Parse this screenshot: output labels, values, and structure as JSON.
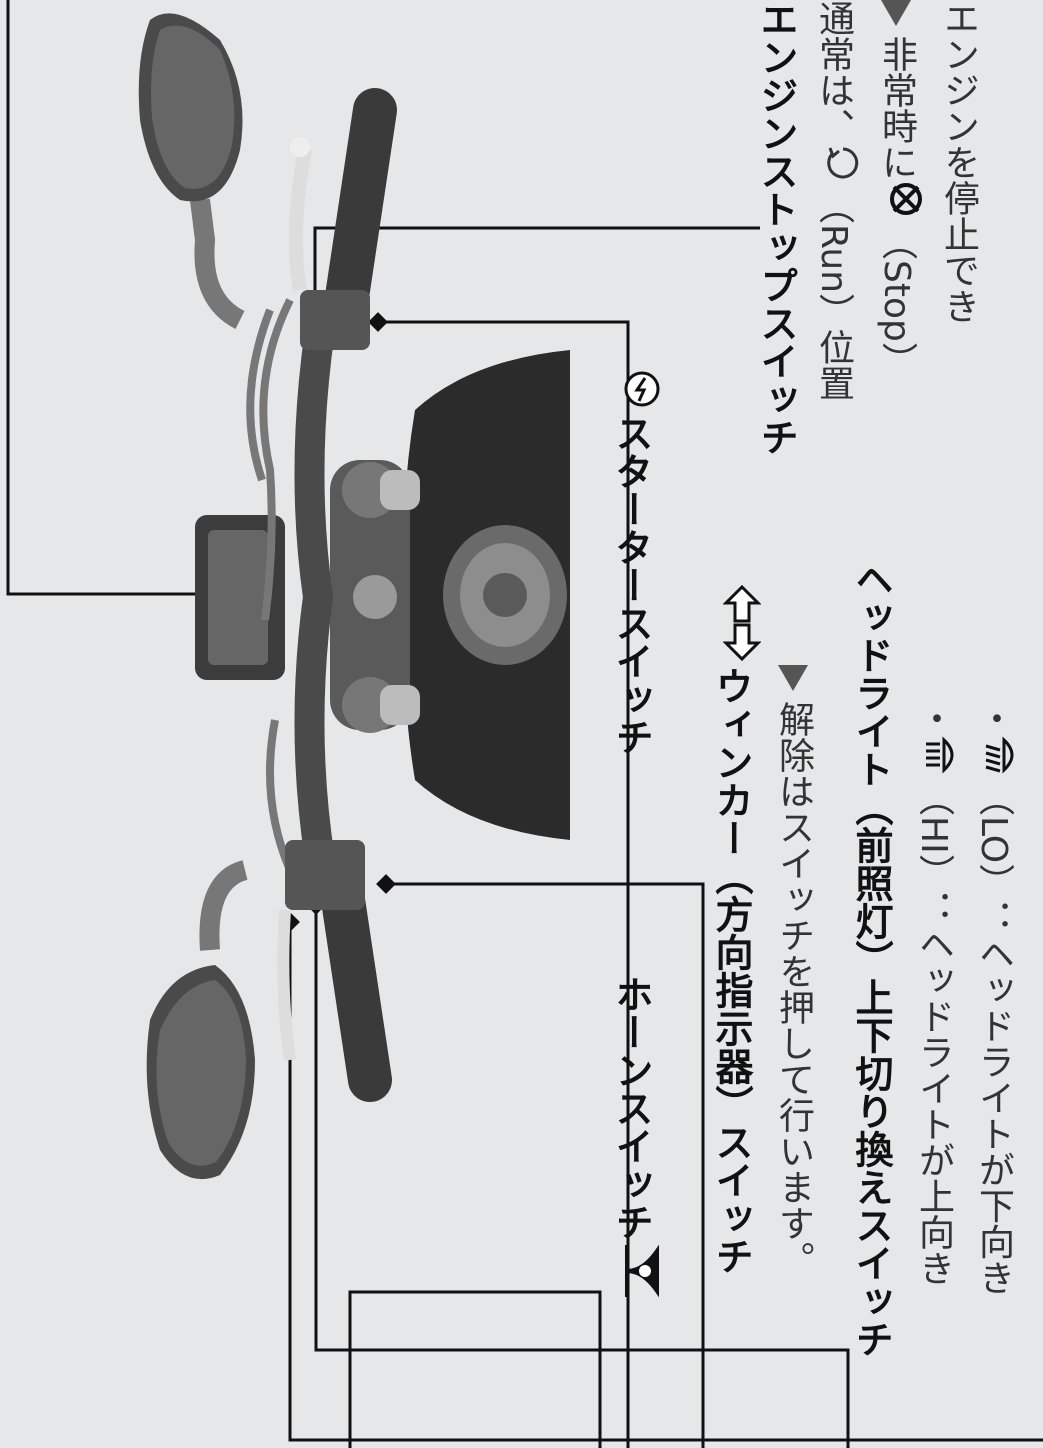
{
  "labels": {
    "engine_stop": {
      "title": "エンジンストップスイッチ",
      "line1_a": "通常は、",
      "line1_b": "（Run）位置",
      "line2_a": "非常時に",
      "line2_b": "（Stop）",
      "line3": "エンジンを停止でき"
    },
    "starter": {
      "title": "スタータースイッチ"
    },
    "winker": {
      "title_a": "ウィンカー（",
      "title_b": "方向指示器",
      "title_c": "）スイッチ",
      "note": "解除はスイッチを押して行います。"
    },
    "horn": {
      "title": "ホーンスイッチ"
    },
    "headlight": {
      "title_a": "ヘッドライト（",
      "title_b": "前照灯",
      "title_c": "）上下切り換えスイッチ",
      "hi_label": "（HI）：ヘッドライトが上向き",
      "lo_label": "（LO）：ヘッドライトが下向き",
      "bullet": "・"
    }
  },
  "icons": {
    "run": "run-icon",
    "stop": "stop-icon",
    "starter": "starter-icon",
    "winker": "winker-arrows-icon",
    "horn": "horn-icon",
    "hi_beam": "hi-beam-icon",
    "lo_beam": "lo-beam-icon",
    "triangle": "triangle-marker-icon"
  },
  "colors": {
    "background": "#e6e7e8",
    "ink": "#111111",
    "body_text": "#333333"
  }
}
